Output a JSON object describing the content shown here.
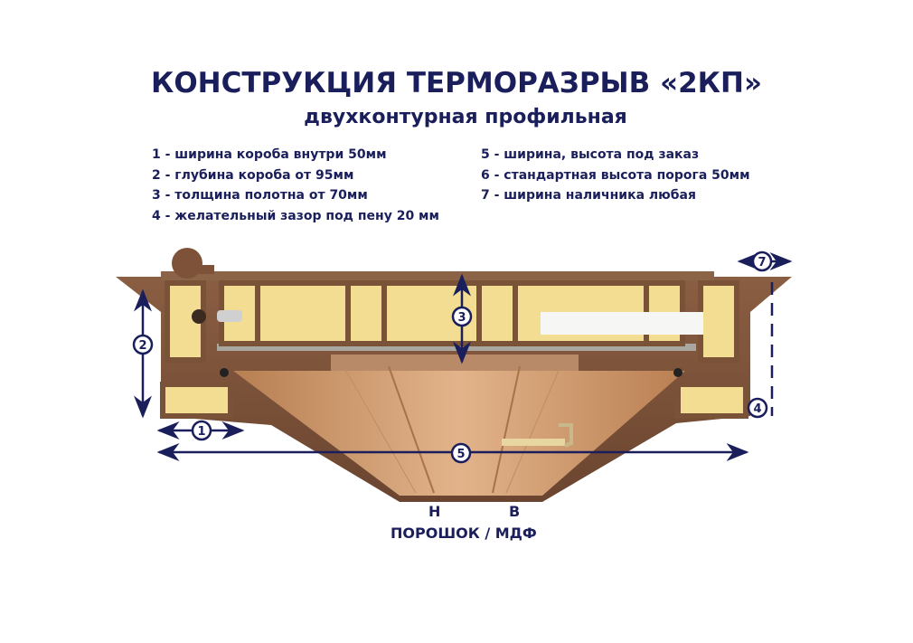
{
  "header": {
    "title": "КОНСТРУКЦИЯ ТЕРМОРАЗРЫВ «2КП»",
    "subtitle": "двухконтурная профильная"
  },
  "legend": {
    "left": [
      "1 - ширина короба внутри 50мм",
      "2 - глубина короба от 95мм",
      "3 - толщина полотна от 70мм",
      "4 - желательный зазор под пену 20 мм"
    ],
    "right": [
      "5 -  ширина, высота под заказ",
      "6 - стандартная высота порога 50мм",
      "7 - ширина наличника любая"
    ]
  },
  "diagram": {
    "markers": [
      "1",
      "2",
      "3",
      "4",
      "5",
      "7"
    ],
    "side_outer": "Н",
    "side_inner": "В",
    "finish": "ПОРОШОК / МДФ"
  },
  "colors": {
    "text": "#1a1f5c",
    "frame": "#7a5238",
    "insulation": "#f3dd93",
    "door_panel": "#c98f5f"
  }
}
